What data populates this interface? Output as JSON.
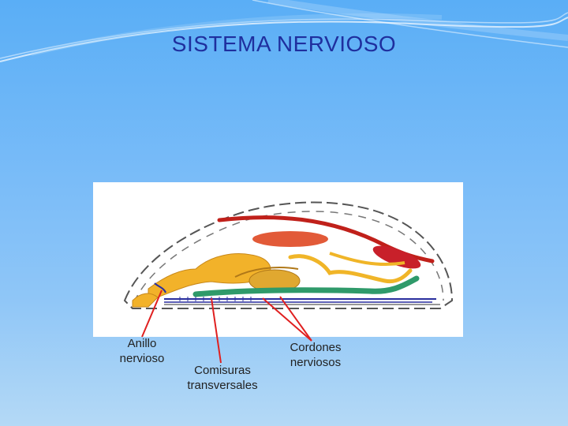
{
  "slide": {
    "title": "SISTEMA NERVIOSO"
  },
  "labels": {
    "anillo": "Anillo nervioso",
    "comisuras": "Comisuras transversales",
    "cordones": "Cordones nerviosos"
  },
  "colors": {
    "title": "#1f2f9e",
    "pointer": "#e02020",
    "background_top": "#5aaef6",
    "background_bottom": "#b4d9f6"
  }
}
